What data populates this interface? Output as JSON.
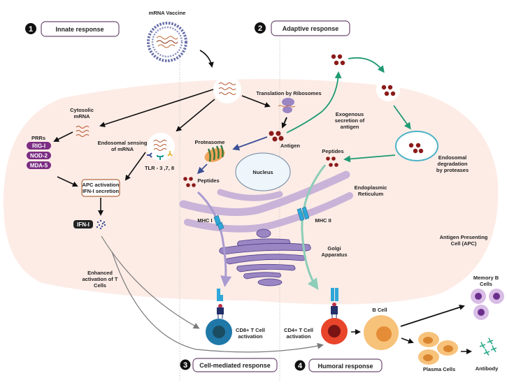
{
  "diagram": {
    "title": "mRNA Vaccine",
    "sections": [
      {
        "number": "1",
        "label": "Innate response"
      },
      {
        "number": "2",
        "label": "Adaptive response"
      },
      {
        "number": "3",
        "label": "Cell-mediated response"
      },
      {
        "number": "4",
        "label": "Humoral response"
      }
    ],
    "innate": {
      "cytosolic_mrna": [
        "Cytosolic",
        "mRNA"
      ],
      "prrs_label": "PRRs",
      "prrs": [
        "RIG-I",
        "NOD-2",
        "MDA-5"
      ],
      "endosomal_sensing": [
        "Endosomal sensing",
        "of mRNA"
      ],
      "tlr": "TLR - 3 ,7, 8",
      "apc_activation": [
        "APC activation",
        "IFN-I secretion"
      ],
      "ifn": "IFN-I",
      "enhanced": [
        "Enhanced",
        "activation of T",
        "Cells"
      ]
    },
    "cell": {
      "translation": "Translation by Ribosomes",
      "antigen": "Antigen",
      "proteasome": "Proteasome",
      "peptides_left": "Peptides",
      "peptides_right": "Peptides",
      "nucleus": "Nucleus",
      "er": [
        "Endoplasmic",
        "Reticulum"
      ],
      "mhc1": "MHC I",
      "mhc2": "MHC II",
      "golgi": [
        "Golgi",
        "Apparatus"
      ],
      "apc": [
        "Antigen Presenting",
        "Cell (APC)"
      ],
      "exogenous": [
        "Exogenous",
        "secretion of",
        "antigen"
      ],
      "endosomal_degradation": [
        "Endosomal",
        "degradation",
        "by proteases"
      ]
    },
    "outcomes": {
      "cd8": [
        "CD8+ T Cell",
        "activation"
      ],
      "cd4": [
        "CD4+ T Cell",
        "activation"
      ],
      "b_cell": "B Cell",
      "memory_b": [
        "Memory B",
        "Cells"
      ],
      "plasma": "Plasma Cells",
      "antibody": "Antibody"
    },
    "colors": {
      "cell_bg": "#fdece6",
      "prr_purple": "#7b2d83",
      "er_purple": "#c9b3d8",
      "golgi_purple": "#9b86c4",
      "mhc_blue": "#2ea7d8",
      "green_arrow": "#1f9a72",
      "navy_arrow": "#3c4f96",
      "antigen_red": "#8b1a1a",
      "cd8_blue": "#1f78a8",
      "cd4_red": "#e8452a",
      "b_cell_orange": "#f7b75a",
      "memory_purple": "#c9a6d6"
    }
  }
}
